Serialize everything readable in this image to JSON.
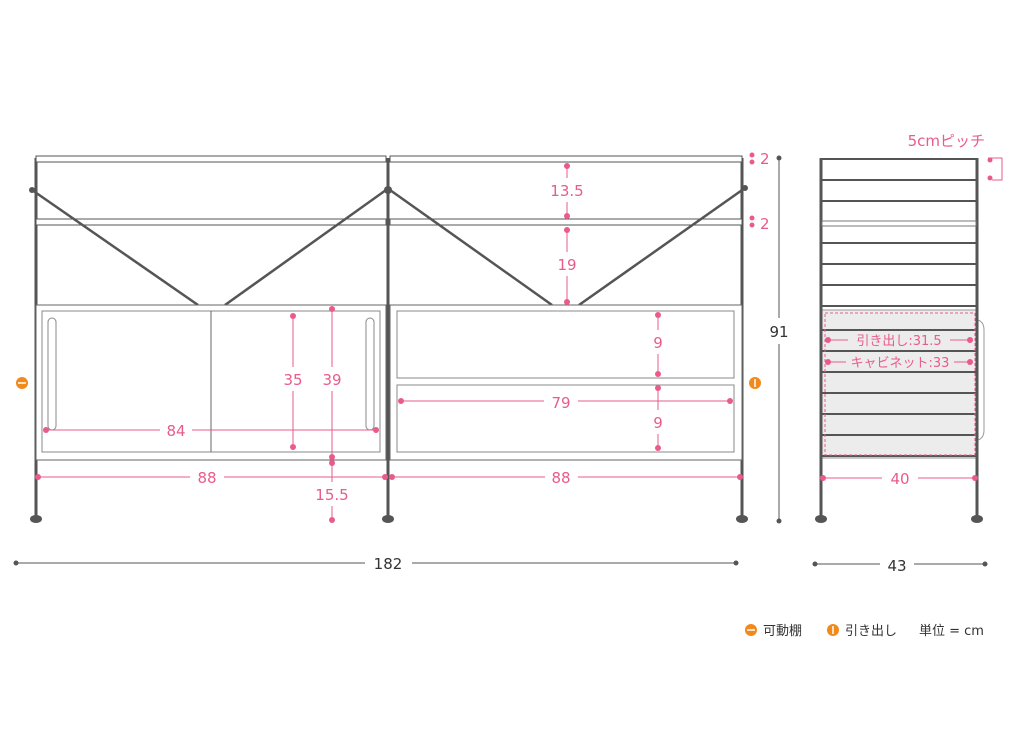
{
  "colors": {
    "dimension": "#e95b8c",
    "frame": "#555555",
    "marker": "#f08a1c"
  },
  "front": {
    "shelf_pitch_top": "2",
    "shelf_pitch_mid": "2",
    "gap_top": "13.5",
    "gap_mid": "19",
    "door_height": "35",
    "cabinet_height": "39",
    "foot_height": "15.5",
    "door_width": "84",
    "left_width": "88",
    "right_width": "88",
    "drawer_upper": "9",
    "drawer_lower": "9",
    "drawer_width": "79",
    "total_width": "182",
    "total_height": "91"
  },
  "side": {
    "pitch_label": "5cmピッチ",
    "drawer_depth": "引き出し:31.5",
    "cabinet_depth": "キャビネット:33",
    "inner_depth": "40",
    "total_depth": "43"
  },
  "legend": {
    "shelf_icon": "movable-shelf-icon",
    "shelf_label": "可動棚",
    "drawer_icon": "drawer-icon",
    "drawer_label": "引き出し",
    "unit_label": "単位 = cm"
  }
}
